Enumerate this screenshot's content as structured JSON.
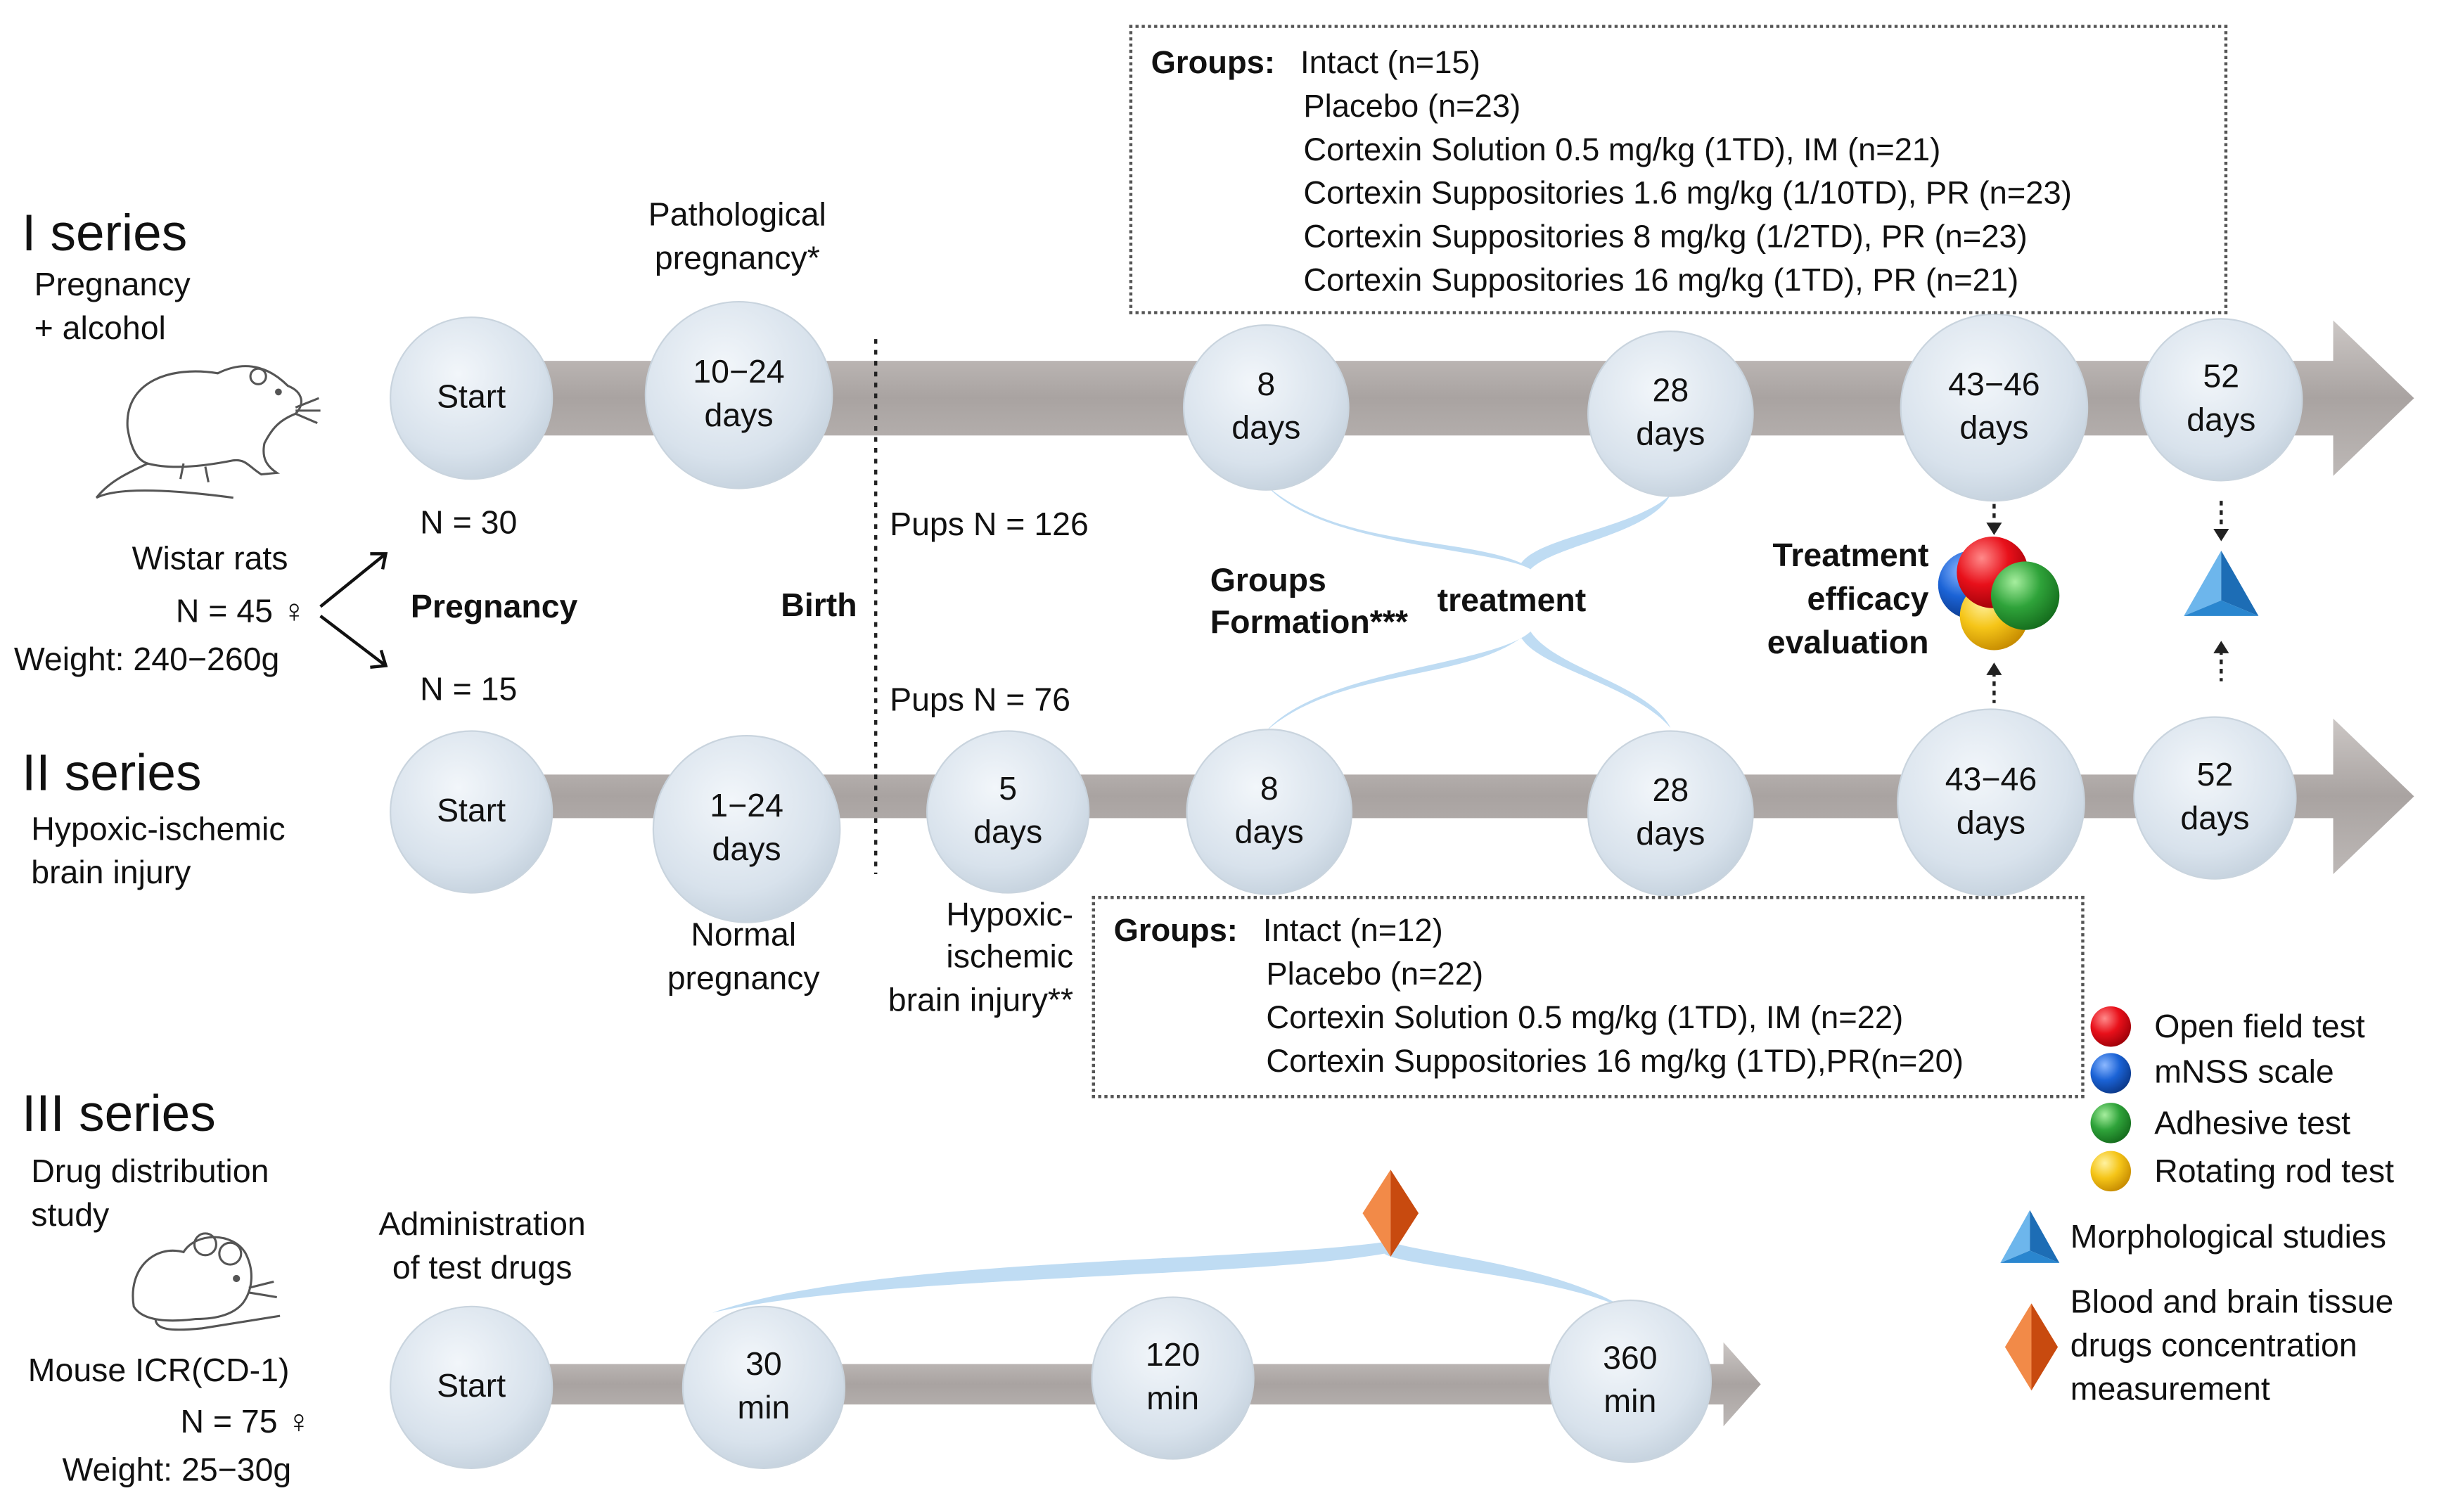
{
  "series": [
    {
      "title": "I series",
      "subtitle": [
        "Pregnancy",
        "+ alcohol"
      ],
      "phase_label": [
        "Pathological",
        "pregnancy*"
      ],
      "nodes": [
        [
          "Start"
        ],
        [
          "10−24",
          "days"
        ],
        [
          "8",
          "days"
        ],
        [
          "28",
          "days"
        ],
        [
          "43−46",
          "days"
        ],
        [
          "52",
          "days"
        ]
      ],
      "pups": "Pups N = 126"
    },
    {
      "title": "II series",
      "subtitle": [
        "Hypoxic-ischemic",
        "brain injury"
      ],
      "phase_label": [
        "Normal",
        "pregnancy"
      ],
      "injury_label": [
        "Hypoxic-",
        "ischemic",
        "brain injury**"
      ],
      "nodes": [
        [
          "Start"
        ],
        [
          "1−24",
          "days"
        ],
        [
          "5",
          "days"
        ],
        [
          "8",
          "days"
        ],
        [
          "28",
          "days"
        ],
        [
          "43−46",
          "days"
        ],
        [
          "52",
          "days"
        ]
      ],
      "pups": "Pups N = 76"
    },
    {
      "title": "III series",
      "subtitle": [
        "Drug distribution",
        "study"
      ],
      "admin_label": [
        "Administration",
        "of test drugs"
      ],
      "nodes": [
        [
          "Start"
        ],
        [
          "30",
          "min"
        ],
        [
          "120",
          "min"
        ],
        [
          "360",
          "min"
        ]
      ],
      "animal": [
        "Mouse ICR(CD-1)",
        "N = 75 ♀",
        "Weight: 25−30g"
      ]
    }
  ],
  "rats": {
    "lines": [
      "Wistar rats",
      "N = 45 ♀",
      "Weight: 240−260g"
    ],
    "n_upper": "N = 30",
    "n_lower": "N = 15"
  },
  "labels": {
    "pregnancy": "Pregnancy",
    "birth": "Birth",
    "groups_formation": [
      "Groups",
      "Formation***"
    ],
    "treatment": "treatment",
    "efficacy": [
      "Treatment",
      "efficacy",
      "evaluation"
    ]
  },
  "groups_top": {
    "heading": "Groups:",
    "items": [
      "Intact (n=15)",
      "Placebo (n=23)",
      "Cortexin Solution 0.5 mg/kg (1TD), IM (n=21)",
      "Cortexin Suppositories 1.6 mg/kg (1/10TD), PR (n=23)",
      "Cortexin Suppositories 8 mg/kg (1/2TD), PR (n=23)",
      "Cortexin Suppositories 16 mg/kg (1TD), PR (n=21)"
    ]
  },
  "groups_bottom": {
    "heading": "Groups:",
    "items": [
      "Intact (n=12)",
      "Placebo (n=22)",
      "Cortexin Solution 0.5 mg/kg (1TD), IM (n=22)",
      "Cortexin Suppositories 16 mg/kg (1TD),PR(n=20)"
    ]
  },
  "legend": [
    {
      "label": [
        "Open field test"
      ],
      "icon": "red-ball-icon",
      "color": "#e8101a"
    },
    {
      "label": [
        "mNSS scale"
      ],
      "icon": "blue-ball-icon",
      "color": "#1b63d6"
    },
    {
      "label": [
        "Adhesive test"
      ],
      "icon": "green-ball-icon",
      "color": "#2fa33a"
    },
    {
      "label": [
        "Rotating rod test"
      ],
      "icon": "yellow-ball-icon",
      "color": "#f5c518"
    },
    {
      "label": [
        "Morphological studies"
      ],
      "icon": "blue-pyramid-icon",
      "color": "#2a8fd6"
    },
    {
      "label": [
        "Blood and brain tissue",
        "drugs concentration",
        "measurement"
      ],
      "icon": "orange-diamond-icon",
      "color": "#e2631a"
    }
  ],
  "colors": {
    "arrow": "#b3adab",
    "node": "#dde6ef",
    "ribbon": "#b9d8f0"
  }
}
